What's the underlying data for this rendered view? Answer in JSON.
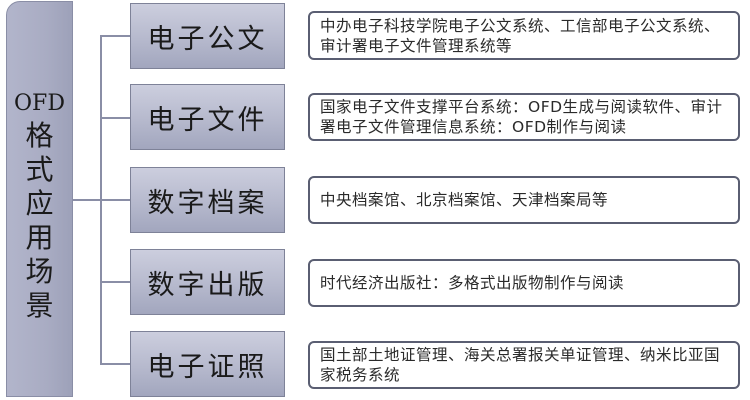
{
  "diagram": {
    "type": "tree",
    "root": {
      "label_latin": "OFD",
      "label_chars": [
        "格",
        "式",
        "应",
        "用",
        "场",
        "景"
      ],
      "full_label": "OFD格式应用场景"
    },
    "colors": {
      "root_fill": "#a9acc3",
      "category_fill_top": "#ccceDE",
      "category_fill_bottom": "#a2a6be",
      "category_border": "#7e8298",
      "detail_border": "#5a5e72",
      "connector": "#8a8ea6",
      "text": "#1a1a1a"
    },
    "categories": [
      {
        "label": "电子公文",
        "detail": "中办电子科技学院电子公文系统、工信部电子公文系统、 审计署电子文件管理系统等"
      },
      {
        "label": "电子文件",
        "detail": " 国家电子文件支撑平台系统：OFD生成与阅读软件、审计署电子文件管理信息系统：OFD制作与阅读"
      },
      {
        "label": "数字档案",
        "detail": "中央档案馆、北京档案馆、天津档案局等"
      },
      {
        "label": "数字出版",
        "detail": "时代经济出版社：多格式出版物制作与阅读"
      },
      {
        "label": "电子证照",
        "detail": "国土部土地证管理、海关总署报关单证管理、纳米比亚国家税务系统"
      }
    ]
  }
}
